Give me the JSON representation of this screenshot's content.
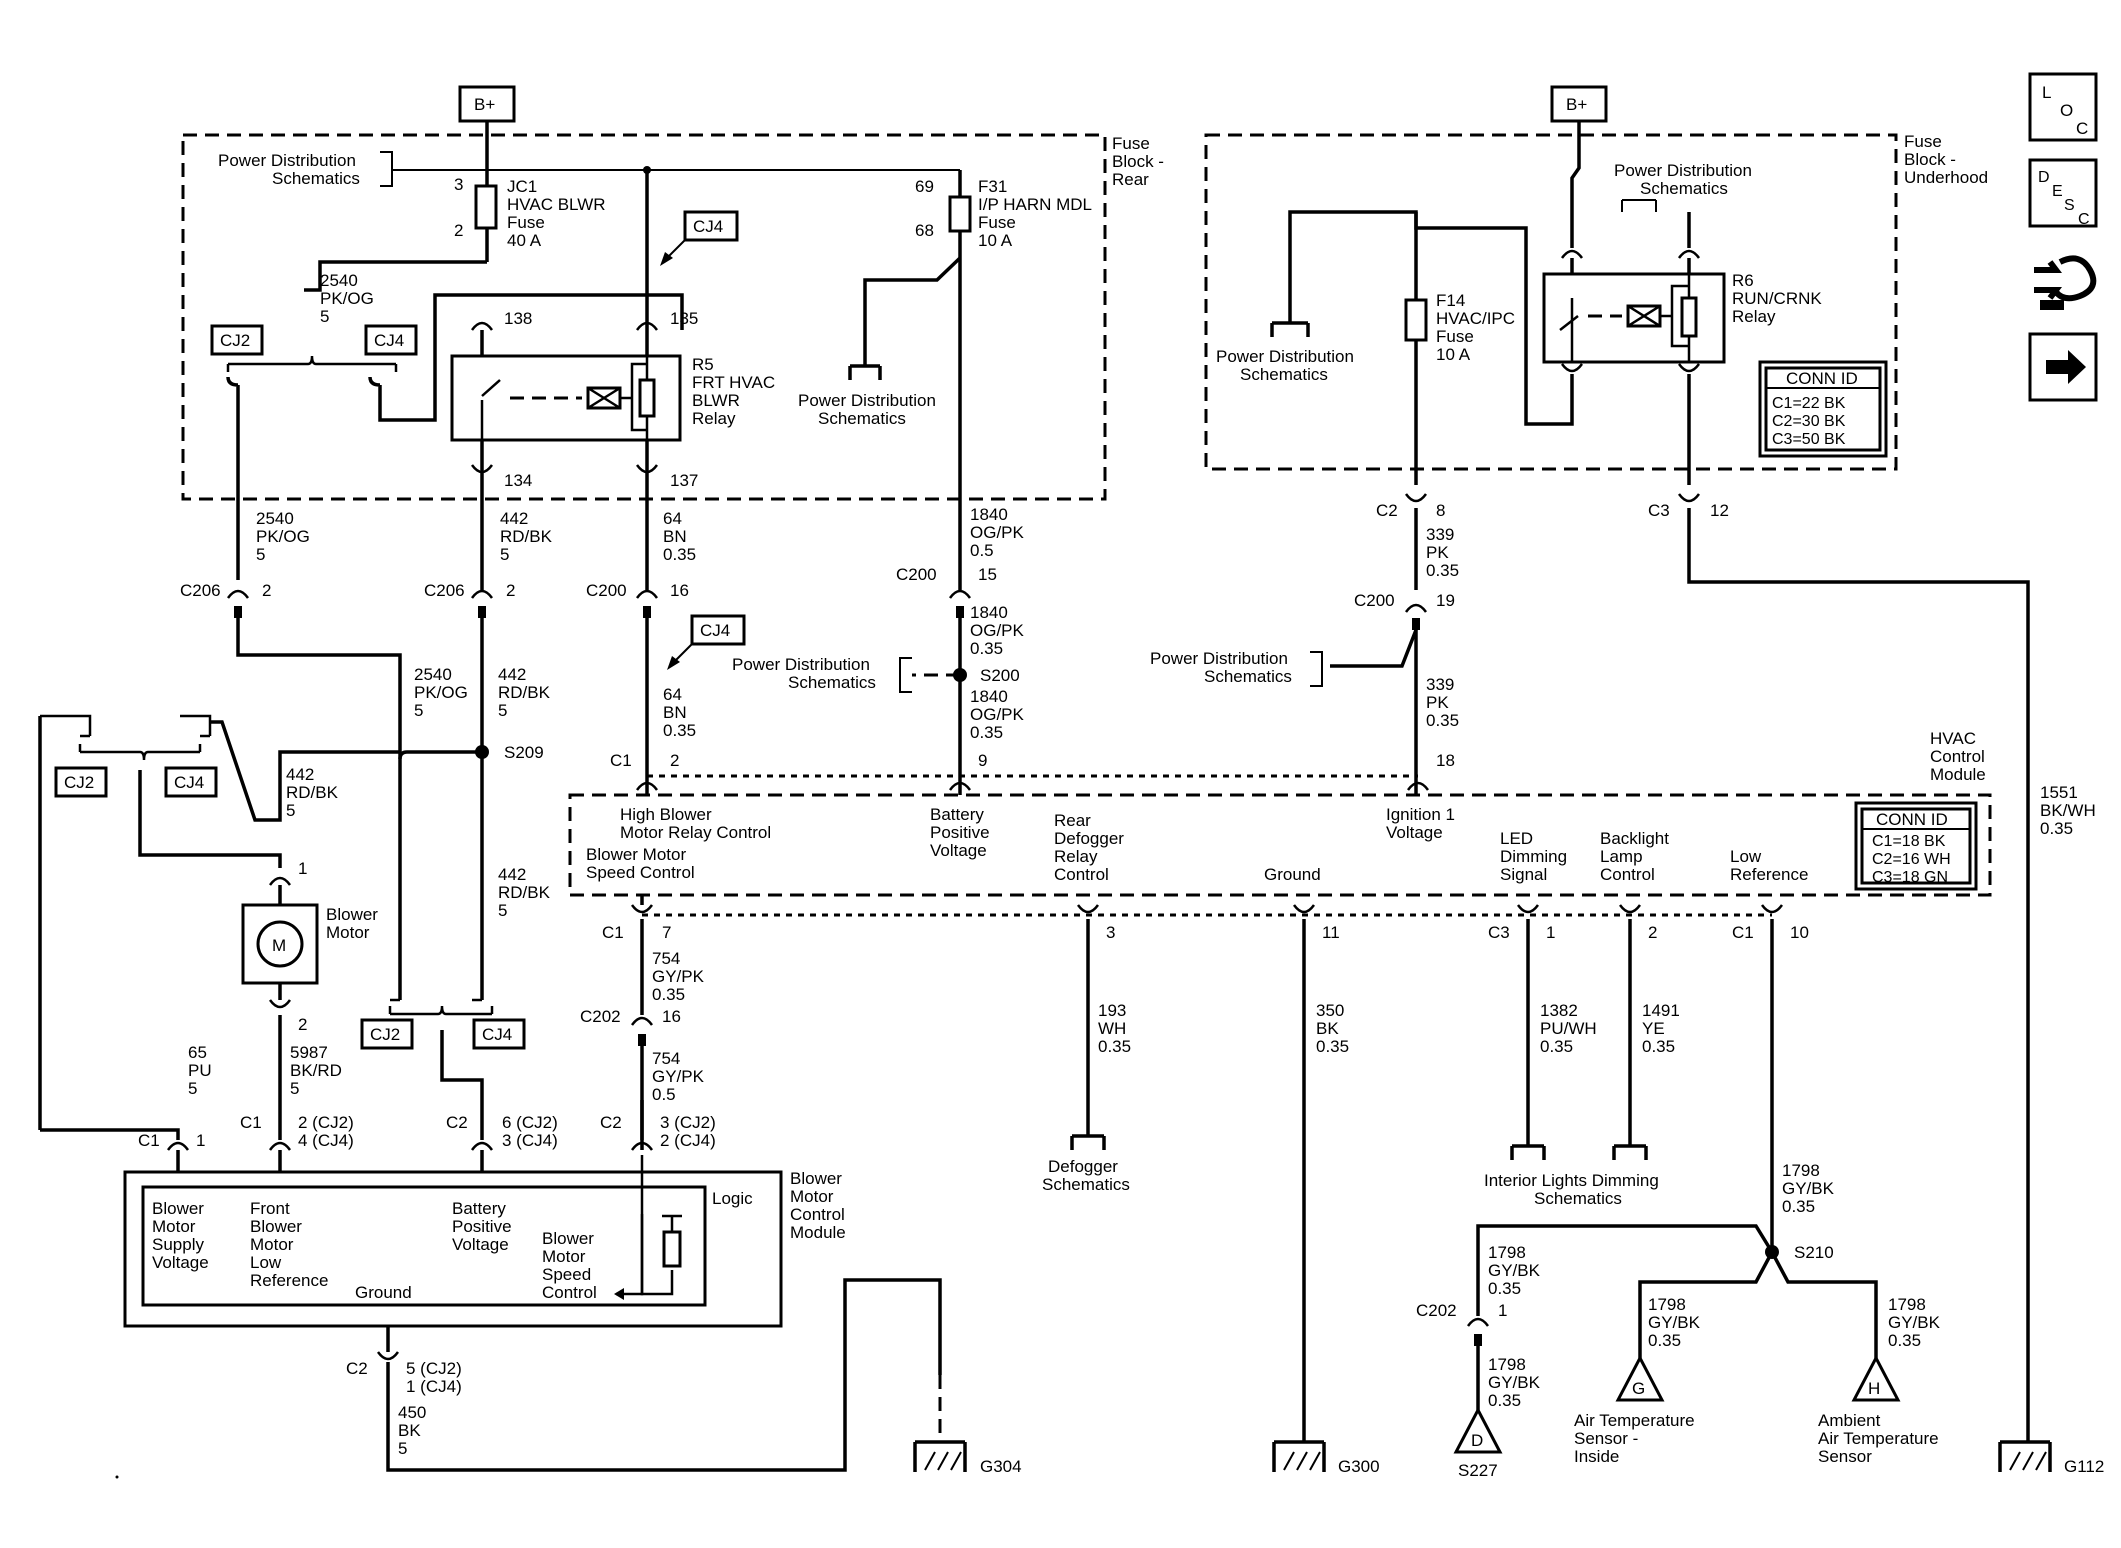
{
  "battery_labels": {
    "left": "B+",
    "right": "B+"
  },
  "fuse_block_rear": {
    "label": [
      "Fuse",
      "Block -",
      "Rear"
    ]
  },
  "fuse_block_underhood": {
    "label": [
      "Fuse",
      "Block -",
      "Underhood"
    ]
  },
  "power_dist": "Power Distribution",
  "schematics": "Schematics",
  "jc1": {
    "name": "JC1",
    "desc": "HVAC BLWR",
    "type": "Fuse",
    "rating": "40 A",
    "pin_top": "3",
    "pin_bot": "2"
  },
  "f31": {
    "name": "F31",
    "desc": "I/P HARN MDL",
    "type": "Fuse",
    "rating": "10 A",
    "pin_top": "69",
    "pin_bot": "68"
  },
  "f14": {
    "name": "F14",
    "desc": "HVAC/IPC",
    "type": "Fuse",
    "rating": "10 A"
  },
  "r5": {
    "name": "R5",
    "l1": "FRT HVAC",
    "l2": "BLWR",
    "l3": "Relay",
    "pin1": "138",
    "pin2": "135",
    "pin3": "134",
    "pin4": "137"
  },
  "r6": {
    "name": "R6",
    "l1": "RUN/CRNK",
    "l2": "Relay"
  },
  "cj": {
    "cj2": "CJ2",
    "cj4": "CJ4"
  },
  "conn_id_right": {
    "title": "CONN ID",
    "c1": "C1=22 BK",
    "c2": "C2=30 BK",
    "c3": "C3=50 BK"
  },
  "conn_id_hvac": {
    "title": "CONN ID",
    "c1": "C1=18 BK",
    "c2": "C2=16 WH",
    "c3": "C3=18 GN"
  },
  "wires": {
    "w2540a": [
      "2540",
      "PK/OG",
      "5"
    ],
    "w2540b": [
      "2540",
      "PK/OG",
      "5"
    ],
    "w2540c": [
      "2540",
      "PK/OG",
      "5"
    ],
    "w442a": [
      "442",
      "RD/BK",
      "5"
    ],
    "w442b": [
      "442",
      "RD/BK",
      "5"
    ],
    "w442c": [
      "442",
      "RD/BK",
      "5"
    ],
    "w442d": [
      "442",
      "RD/BK",
      "5"
    ],
    "w64a": [
      "64",
      "BN",
      "0.35"
    ],
    "w64b": [
      "64",
      "BN",
      "0.35"
    ],
    "w1840a": [
      "1840",
      "OG/PK",
      "0.5"
    ],
    "w1840b": [
      "1840",
      "OG/PK",
      "0.35"
    ],
    "w1840c": [
      "1840",
      "OG/PK",
      "0.35"
    ],
    "w339a": [
      "339",
      "PK",
      "0.35"
    ],
    "w339b": [
      "339",
      "PK",
      "0.35"
    ],
    "w1551": [
      "1551",
      "BK/WH",
      "0.35"
    ],
    "w754a": [
      "754",
      "GY/PK",
      "0.35"
    ],
    "w754b": [
      "754",
      "GY/PK",
      "0.5"
    ],
    "w65": [
      "65",
      "PU",
      "5"
    ],
    "w5987": [
      "5987",
      "BK/RD",
      "5"
    ],
    "w193": [
      "193",
      "WH",
      "0.35"
    ],
    "w350": [
      "350",
      "BK",
      "0.35"
    ],
    "w1382": [
      "1382",
      "PU/WH",
      "0.35"
    ],
    "w1491": [
      "1491",
      "YE",
      "0.35"
    ],
    "w1798a": [
      "1798",
      "GY/BK",
      "0.35"
    ],
    "w1798b": [
      "1798",
      "GY/BK",
      "0.35"
    ],
    "w1798c": [
      "1798",
      "GY/BK",
      "0.35"
    ],
    "w1798d": [
      "1798",
      "GY/BK",
      "0.35"
    ],
    "w1798e": [
      "1798",
      "GY/BK",
      "0.35"
    ],
    "w450": [
      "450",
      "BK",
      "5"
    ]
  },
  "connectors": {
    "c206": "C206",
    "c200": "C200",
    "c1": "C1",
    "c2": "C2",
    "c3": "C3",
    "c202": "C202",
    "p2": "2",
    "p16": "16",
    "p15": "15",
    "p8": "8",
    "p12": "12",
    "p19": "19",
    "p18": "18",
    "p9": "9",
    "p7": "7",
    "p3": "3",
    "p11": "11",
    "p1": "1",
    "p10": "10",
    "p1b": "1"
  },
  "splices": {
    "s209": "S209",
    "s200": "S200",
    "s210": "S210",
    "s227": "S227"
  },
  "hvac_module": {
    "title": [
      "HVAC",
      "Control",
      "Module"
    ],
    "high_blower": [
      "High Blower",
      "Motor Relay Control"
    ],
    "blower_speed": [
      "Blower Motor",
      "Speed Control"
    ],
    "battery_pos": [
      "Battery",
      "Positive",
      "Voltage"
    ],
    "rear_defog": [
      "Rear",
      "Defogger",
      "Relay",
      "Control"
    ],
    "ground": "Ground",
    "ignition": [
      "Ignition 1",
      "Voltage"
    ],
    "led_dim": [
      "LED",
      "Dimming",
      "Signal"
    ],
    "backlight": [
      "Backlight",
      "Lamp",
      "Control"
    ],
    "low_ref": [
      "Low",
      "Reference"
    ]
  },
  "blower_motor": {
    "label": [
      "Blower",
      "Motor"
    ],
    "symbol": "M",
    "pin1": "1",
    "pin2": "2"
  },
  "bmcm": {
    "title": [
      "Blower",
      "Motor",
      "Control",
      "Module"
    ],
    "logic": "Logic",
    "supply": [
      "Blower",
      "Motor",
      "Supply",
      "Voltage"
    ],
    "front_low": [
      "Front",
      "Blower",
      "Motor",
      "Low",
      "Reference"
    ],
    "battery": [
      "Battery",
      "Positive",
      "Voltage"
    ],
    "speed": [
      "Blower",
      "Motor",
      "Speed",
      "Control"
    ],
    "ground": "Ground"
  },
  "bmcm_pins": {
    "c1": "C1",
    "p1": "1",
    "c1b": "C1",
    "p2": [
      "2 (CJ2)",
      "4 (CJ4)"
    ],
    "c2a": "C2",
    "p6": [
      "6 (CJ2)",
      "3 (CJ4)"
    ],
    "c2b": "C2",
    "p3": [
      "3 (CJ2)",
      "2 (CJ4)"
    ],
    "c2g": "C2",
    "p5": [
      "5 (CJ2)",
      "1 (CJ4)"
    ]
  },
  "defogger": [
    "Defogger",
    "Schematics"
  ],
  "interior_lights": [
    "Interior Lights Dimming",
    "Schematics"
  ],
  "sensors": {
    "g_letter": "G",
    "h_letter": "H",
    "d_letter": "D",
    "air_inside": [
      "Air Temperature",
      "Sensor -",
      "Inside"
    ],
    "ambient": [
      "Ambient",
      "Air Temperature",
      "Sensor"
    ]
  },
  "grounds": {
    "g304": "G304",
    "g300": "G300",
    "g112": "G112"
  },
  "nav_icons": {
    "loc": [
      "L",
      "O",
      "C"
    ],
    "desc": [
      "D",
      "E",
      "S",
      "C"
    ]
  }
}
